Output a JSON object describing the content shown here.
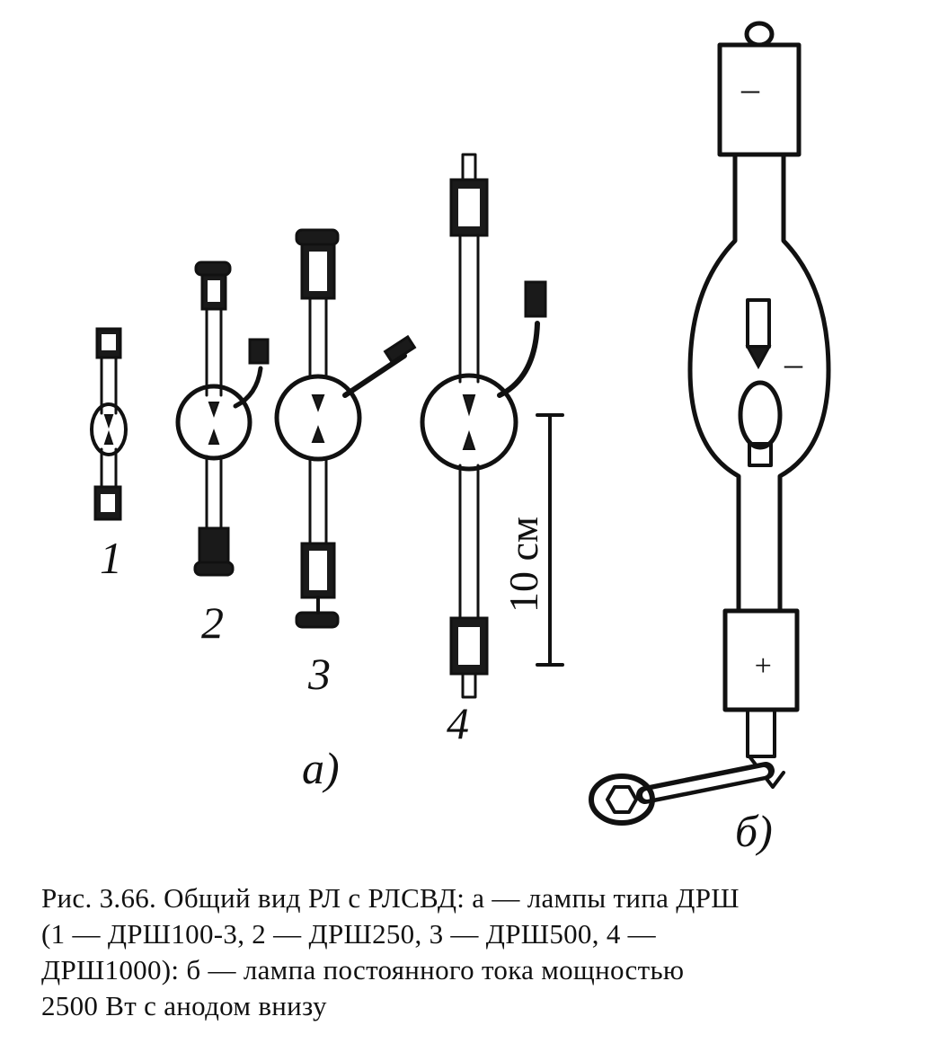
{
  "lamp_labels": {
    "l1": "1",
    "l2": "2",
    "l3": "3",
    "l4": "4"
  },
  "part_labels": {
    "a": "а)",
    "b": "б)"
  },
  "scale_label": "10 см",
  "polarity": {
    "minus": "–",
    "plus": "+"
  },
  "caption": {
    "line1": "Рис. 3.66. Общий вид РЛ с РЛСВД: а — лампы типа ДРШ",
    "line2": "(1 — ДРШ100-3, 2 — ДРШ250, 3 — ДРШ500, 4 —",
    "line3": "ДРШ1000): б — лампа постоянного тока мощностью",
    "line4": "2500 Вт с анодом внизу"
  }
}
